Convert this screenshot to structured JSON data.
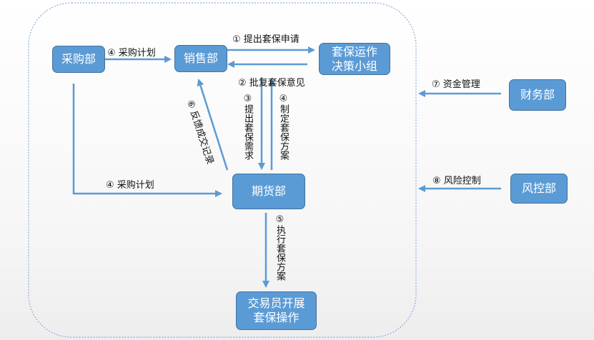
{
  "nodes": {
    "purchase": "采购部",
    "sales": "销售部",
    "hedge_committee": "套保运作\n决策小组",
    "futures": "期货部",
    "trader": "交易员开展\n套保操作",
    "finance": "财务部",
    "risk": "风控部"
  },
  "edges": {
    "purchase_plan_top": "④ 采购计划",
    "submit_application": "① 提出套保申请",
    "reply_opinion": "② 批复套保意见",
    "submit_demand": "③\n提\n出\n套\n保\n需\n求",
    "make_plan": "④\n制\n定\n套\n保\n方\n案",
    "feedback": "⑥ 反馈成交记录",
    "purchase_plan_bottom": "④ 采购计划",
    "execute_plan": "⑤\n执\n行\n套\n保\n方\n案",
    "fund_management": "⑦ 资金管理",
    "risk_control": "⑧ 风险控制"
  },
  "colors": {
    "node_fill": "#5b9bd5",
    "node_border": "#41719c",
    "arrow": "#5b9bd5",
    "frame": "#8faadc"
  }
}
